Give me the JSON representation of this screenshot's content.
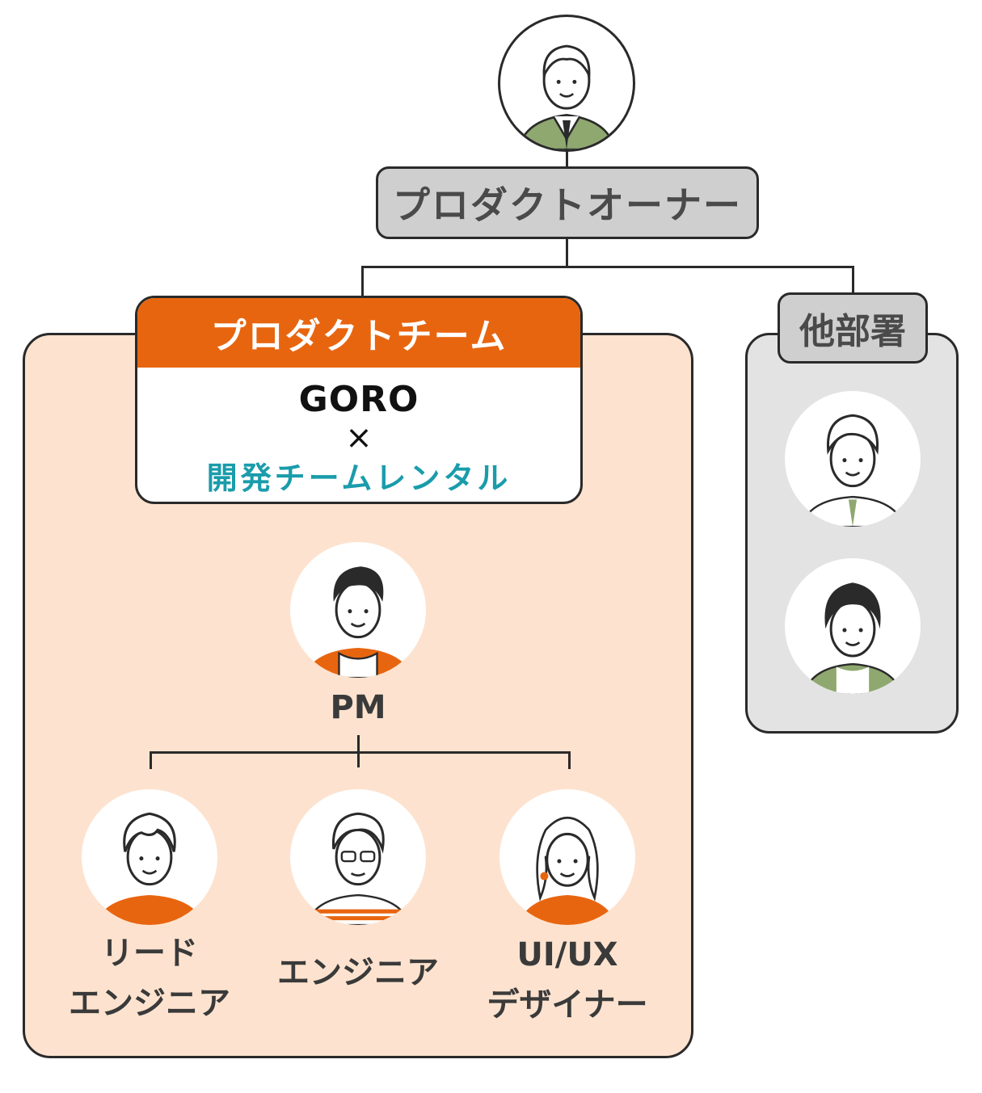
{
  "owner": {
    "label": "プロダクトオーナー"
  },
  "team": {
    "header": "プロダクトチーム",
    "logo_text": "GORO",
    "times": "×",
    "rental": "開発チームレンタル"
  },
  "other": {
    "label": "他部署"
  },
  "roles": {
    "pm": "PM",
    "lead_1": "リード",
    "lead_2": "エンジニア",
    "engineer": "エンジニア",
    "designer_1": "UI/UX",
    "designer_2": "デザイナー"
  },
  "colors": {
    "accent_orange": "#e8650f",
    "team_bg": "#fde3cf",
    "other_bg": "#e3e3e3",
    "box_gray": "#cfcfcf",
    "rental_teal": "#1a9cab",
    "green_suit": "#8ea86f"
  }
}
